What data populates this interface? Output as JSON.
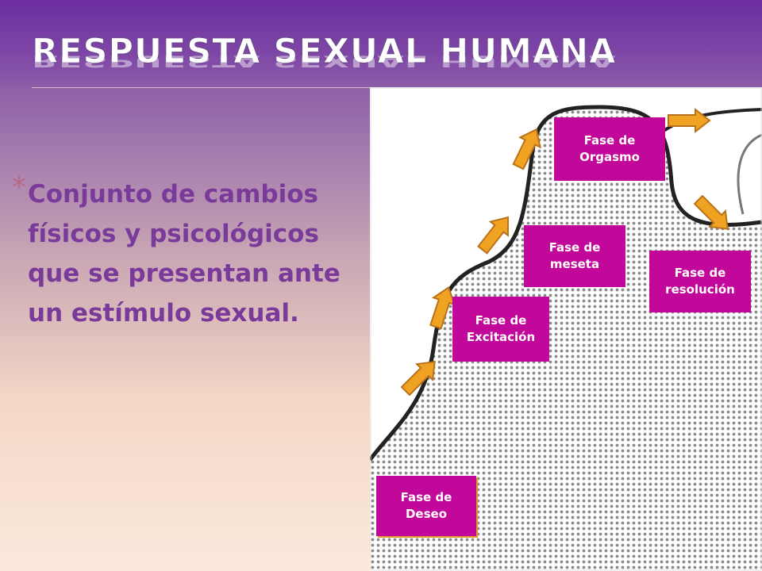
{
  "slide": {
    "title": "RESPUESTA SEXUAL HUMANA",
    "bullet": {
      "marker": "*",
      "text": "Conjunto de cambios físicos y psicológicos que se presentan ante un estímulo sexual."
    }
  },
  "diagram": {
    "phases": [
      {
        "id": "deseo",
        "label": "Fase de\nDeseo"
      },
      {
        "id": "excitacion",
        "label": "Fase de\nExcitación"
      },
      {
        "id": "meseta",
        "label": "Fase de\nmeseta"
      },
      {
        "id": "orgasmo",
        "label": "Fase de\nOrgasmo"
      },
      {
        "id": "resolucion",
        "label": "Fase de\nresolución"
      }
    ],
    "colors": {
      "phase_box": "#c2089a",
      "arrow_fill": "#f0a323",
      "arrow_stroke": "#b9721a",
      "curve": "#222222",
      "pattern": "#8a8a8a"
    }
  }
}
